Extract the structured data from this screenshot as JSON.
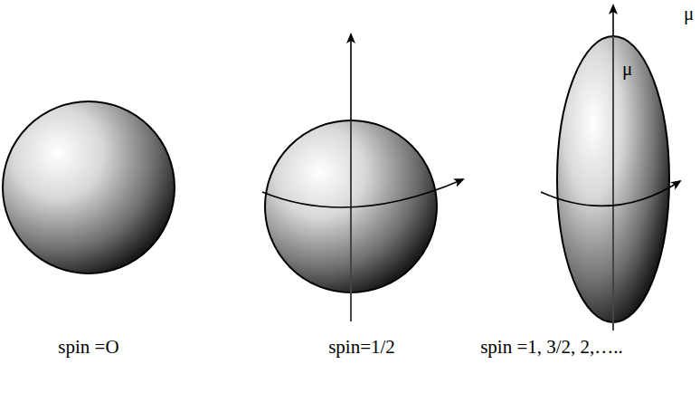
{
  "diagram": {
    "labels": [
      "μ",
      "μ",
      "spin =O",
      "spin=1/2",
      "spin =1, 3/2, 2,….."
    ]
  }
}
